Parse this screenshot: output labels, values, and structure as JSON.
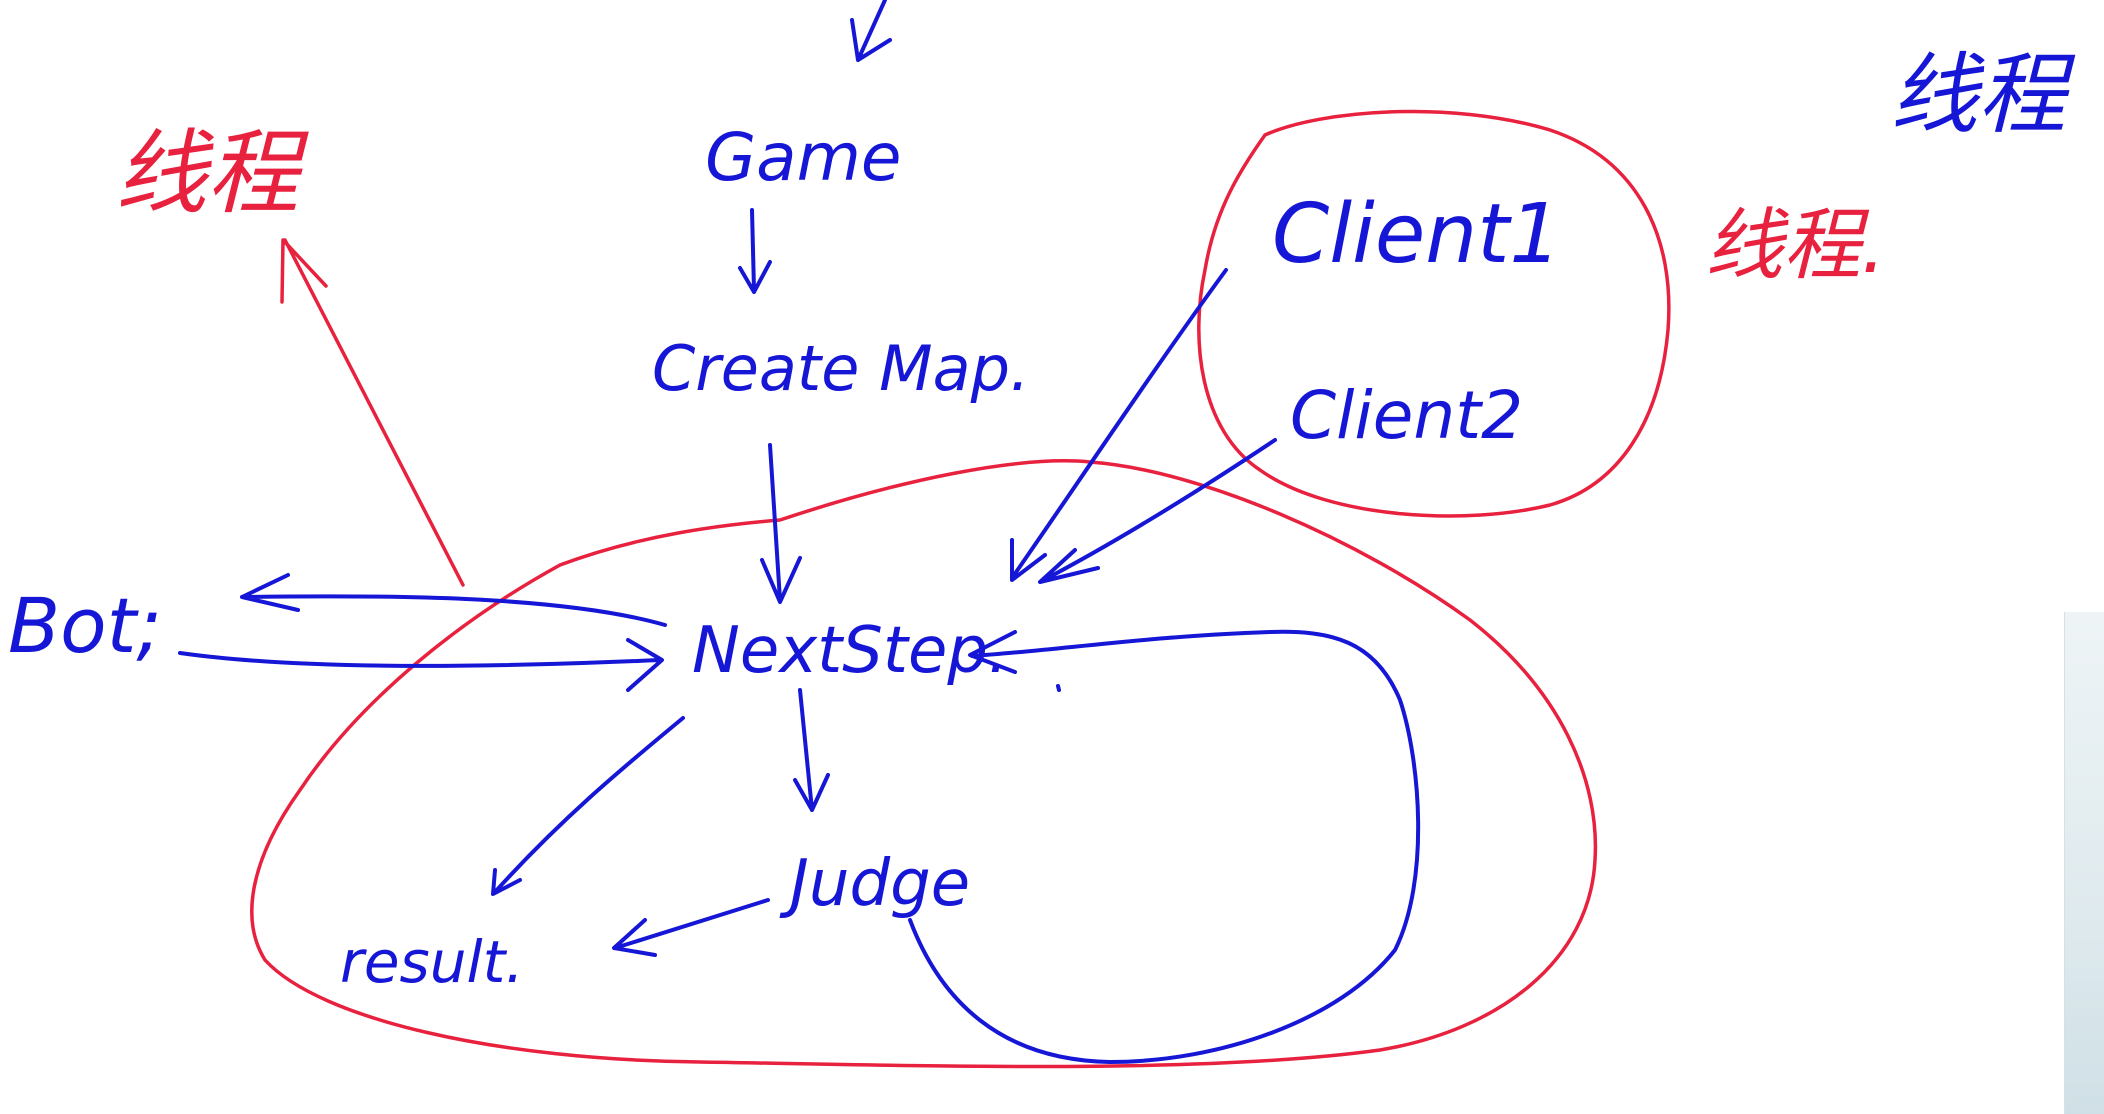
{
  "colors": {
    "blue_ink": "#1616d6",
    "red_ink": "#e8213e",
    "background": "#ffffff"
  },
  "labels": {
    "game": "Game",
    "create_map": "Create Map.",
    "next_step": "NextStep.",
    "judge": "Judge",
    "result": "result.",
    "bot": "Bot;",
    "client1": "Client1",
    "client2": "Client2",
    "thread_left": "线程",
    "thread_right_red": "线程.",
    "thread_top_right": "线程"
  }
}
